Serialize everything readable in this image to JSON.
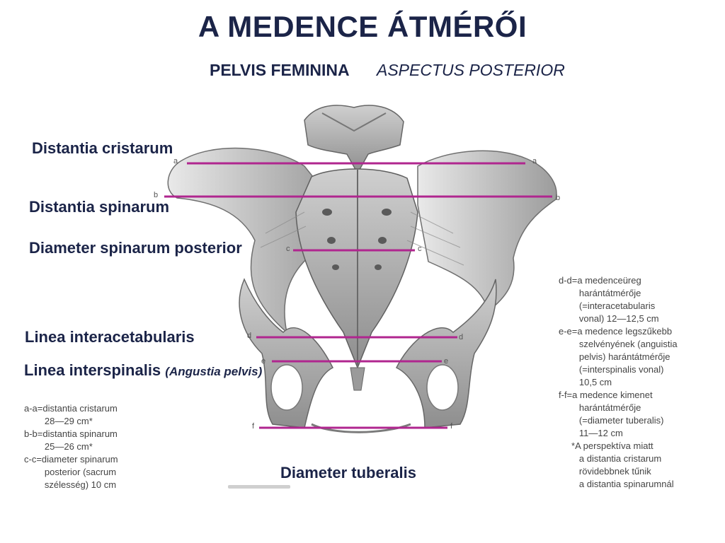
{
  "title": "A MEDENCE ÁTMÉRŐI",
  "subtitle": {
    "left": "PELVIS FEMININA",
    "right": "ASPECTUS POSTERIOR"
  },
  "labels": {
    "cristarum": "Distantia cristarum",
    "spinarum": "Distantia spinarum",
    "spinarum_posterior": "Diameter spinarum posterior",
    "interacetabularis": "Linea interacetabularis",
    "interspinalis": "Linea interspinalis",
    "interspinalis_note": "(Angustia pelvis)",
    "tuberalis": "Diameter tuberalis"
  },
  "line_letters": [
    "a",
    "a",
    "b",
    "b",
    "c",
    "c",
    "d",
    "d",
    "e",
    "e",
    "f",
    "f"
  ],
  "left_note": "a-a=distantia cristarum\n        28—29 cm*\nb-b=distantia spinarum\n        25—26 cm*\nc-c=diameter spinarum\n        posterior (sacrum\n        szélesség) 10 cm",
  "right_note": "d-d=a medenceüreg\n        harántátmérője\n        (=interacetabularis\n        vonal) 12—12,5 cm\ne-e=a medence legszűkebb\n        szelvényének (anguistia\n        pelvis) harántátmérője\n        (=interspinalis vonal)\n        10,5 cm\nf-f=a medence kimenet\n        harántátmérője\n        (=diameter tuberalis)\n        11—12 cm\n     *A perspektíva miatt\n        a distantia cristarum\n        rövidebbnek tűnik\n        a distantia spinarumnál",
  "colors": {
    "line": "#b0268f",
    "bone": "#a8a8a8",
    "text": "#1b2448"
  }
}
